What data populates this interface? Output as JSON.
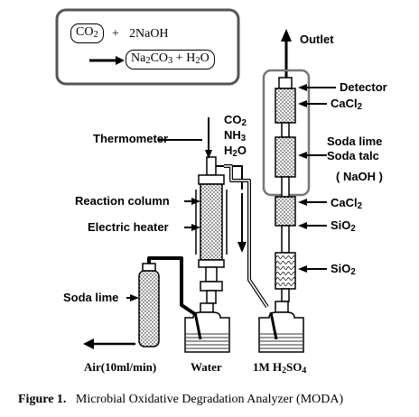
{
  "equation": {
    "reactant_1": "CO",
    "reactant_1_sub": "2",
    "plus_1": "+",
    "reactant_2": "2NaOH",
    "product_1a": "Na",
    "product_1_sub_a": "2",
    "product_1b": "CO",
    "product_1_sub_b": "3",
    "plus_2": "+",
    "product_2a": "H",
    "product_2_sub": "2",
    "product_2b": "O"
  },
  "labels": {
    "outlet": "Outlet",
    "detector": "Detector",
    "cacl2_top": "CaCl",
    "cacl2_top_sub": "2",
    "soda_lime_right": "Soda lime",
    "soda_talc": "Soda talc",
    "naoh": "( NaOH )",
    "cacl2_bottom": "CaCl",
    "cacl2_bottom_sub": "2",
    "sio2_top": "SiO",
    "sio2_top_sub": "2",
    "sio2_bottom": "SiO",
    "sio2_bottom_sub": "2",
    "gas_co2": "CO",
    "gas_co2_sub": "2",
    "gas_nh3": "NH",
    "gas_nh3_sub": "3",
    "gas_h2o_a": "H",
    "gas_h2o_sub": "2",
    "gas_h2o_b": "O",
    "thermometer": "Thermometer",
    "reaction_column": "Reaction column",
    "electric_heater": "Electric heater",
    "soda_lime_left": "Soda lime",
    "air": "Air(10ml/min)",
    "water": "Water",
    "acid_a": "1M H",
    "acid_sub_a": "2",
    "acid_b": "SO",
    "acid_sub_b": "4"
  },
  "caption": {
    "figure": "Figure 1.",
    "text": "Microbial Oxidative Degradation Analyzer (MODA)"
  }
}
